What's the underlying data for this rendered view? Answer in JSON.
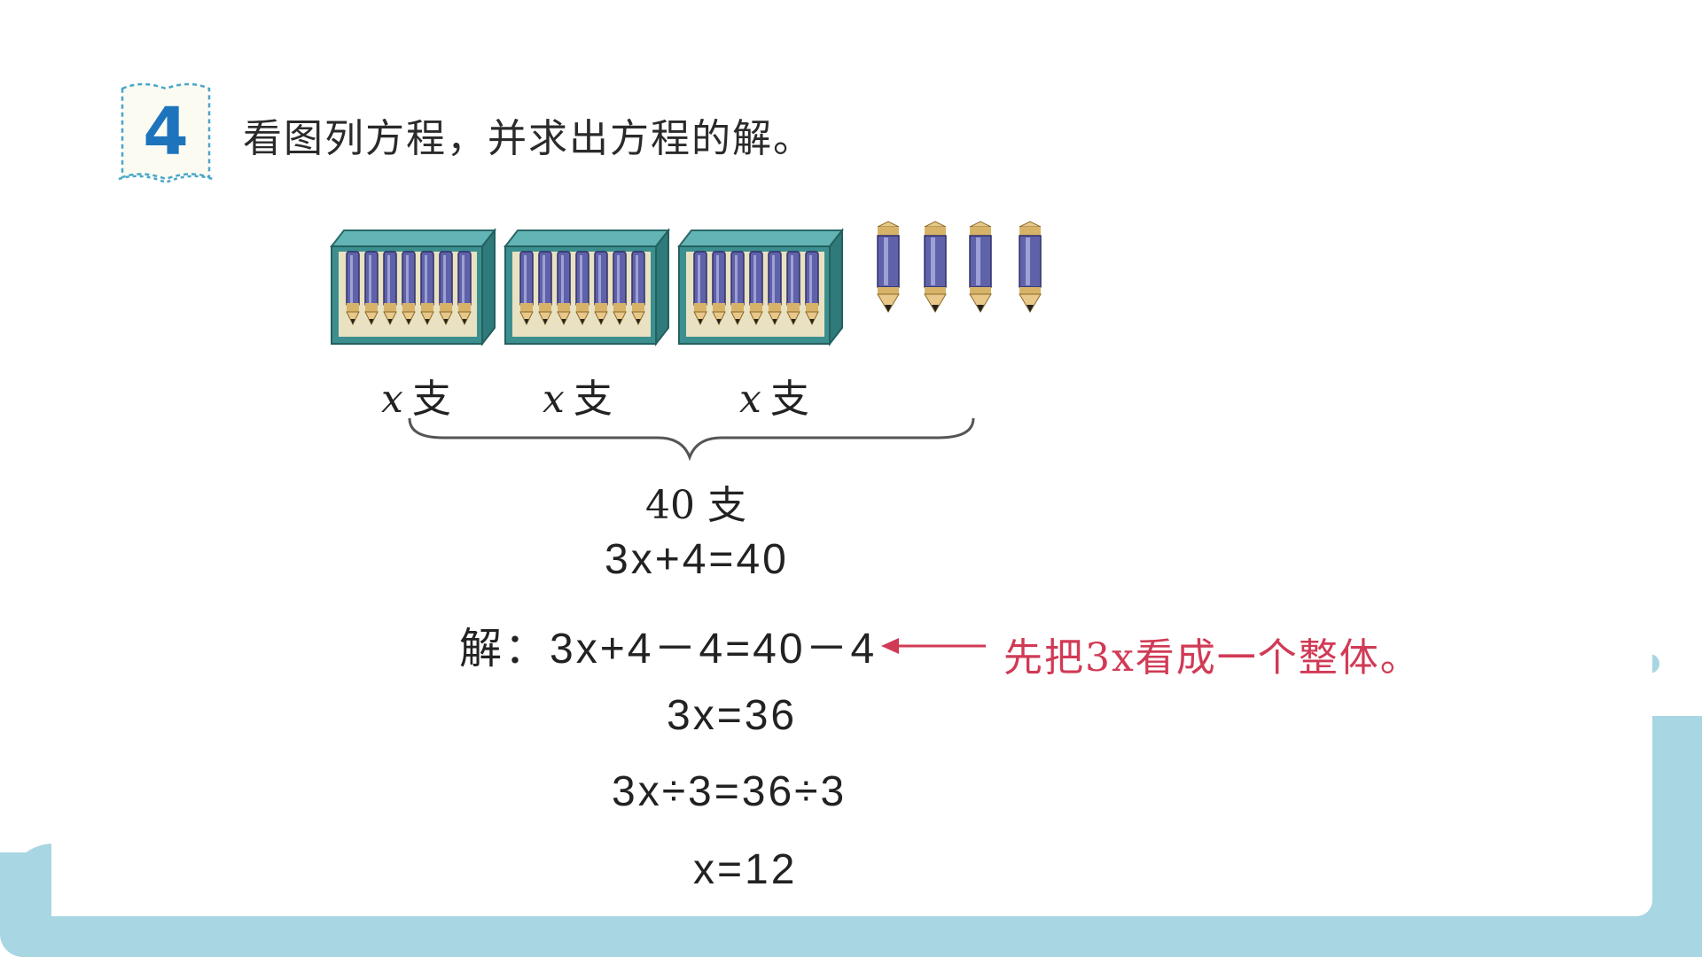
{
  "problem": {
    "number": "4",
    "instruction": "看图列方程，并求出方程的解。"
  },
  "figure": {
    "box_label_var": "x",
    "box_label_unit": "支",
    "total_label": "40 支"
  },
  "solution": {
    "equation": "3x+4=40",
    "step1_prefix": "解：",
    "step1": "3x+4－4=40－4",
    "step2": "3x=36",
    "step3": "3x÷3=36÷3",
    "step4": "x=12"
  },
  "note": {
    "text": "先把3x看成一个整体。",
    "color": "#d13a55"
  },
  "colors": {
    "frame": "#a8d6e2",
    "badge_number": "#1d74bd",
    "pencil_body": "#5f62a8",
    "box": "#3c8f8f"
  }
}
